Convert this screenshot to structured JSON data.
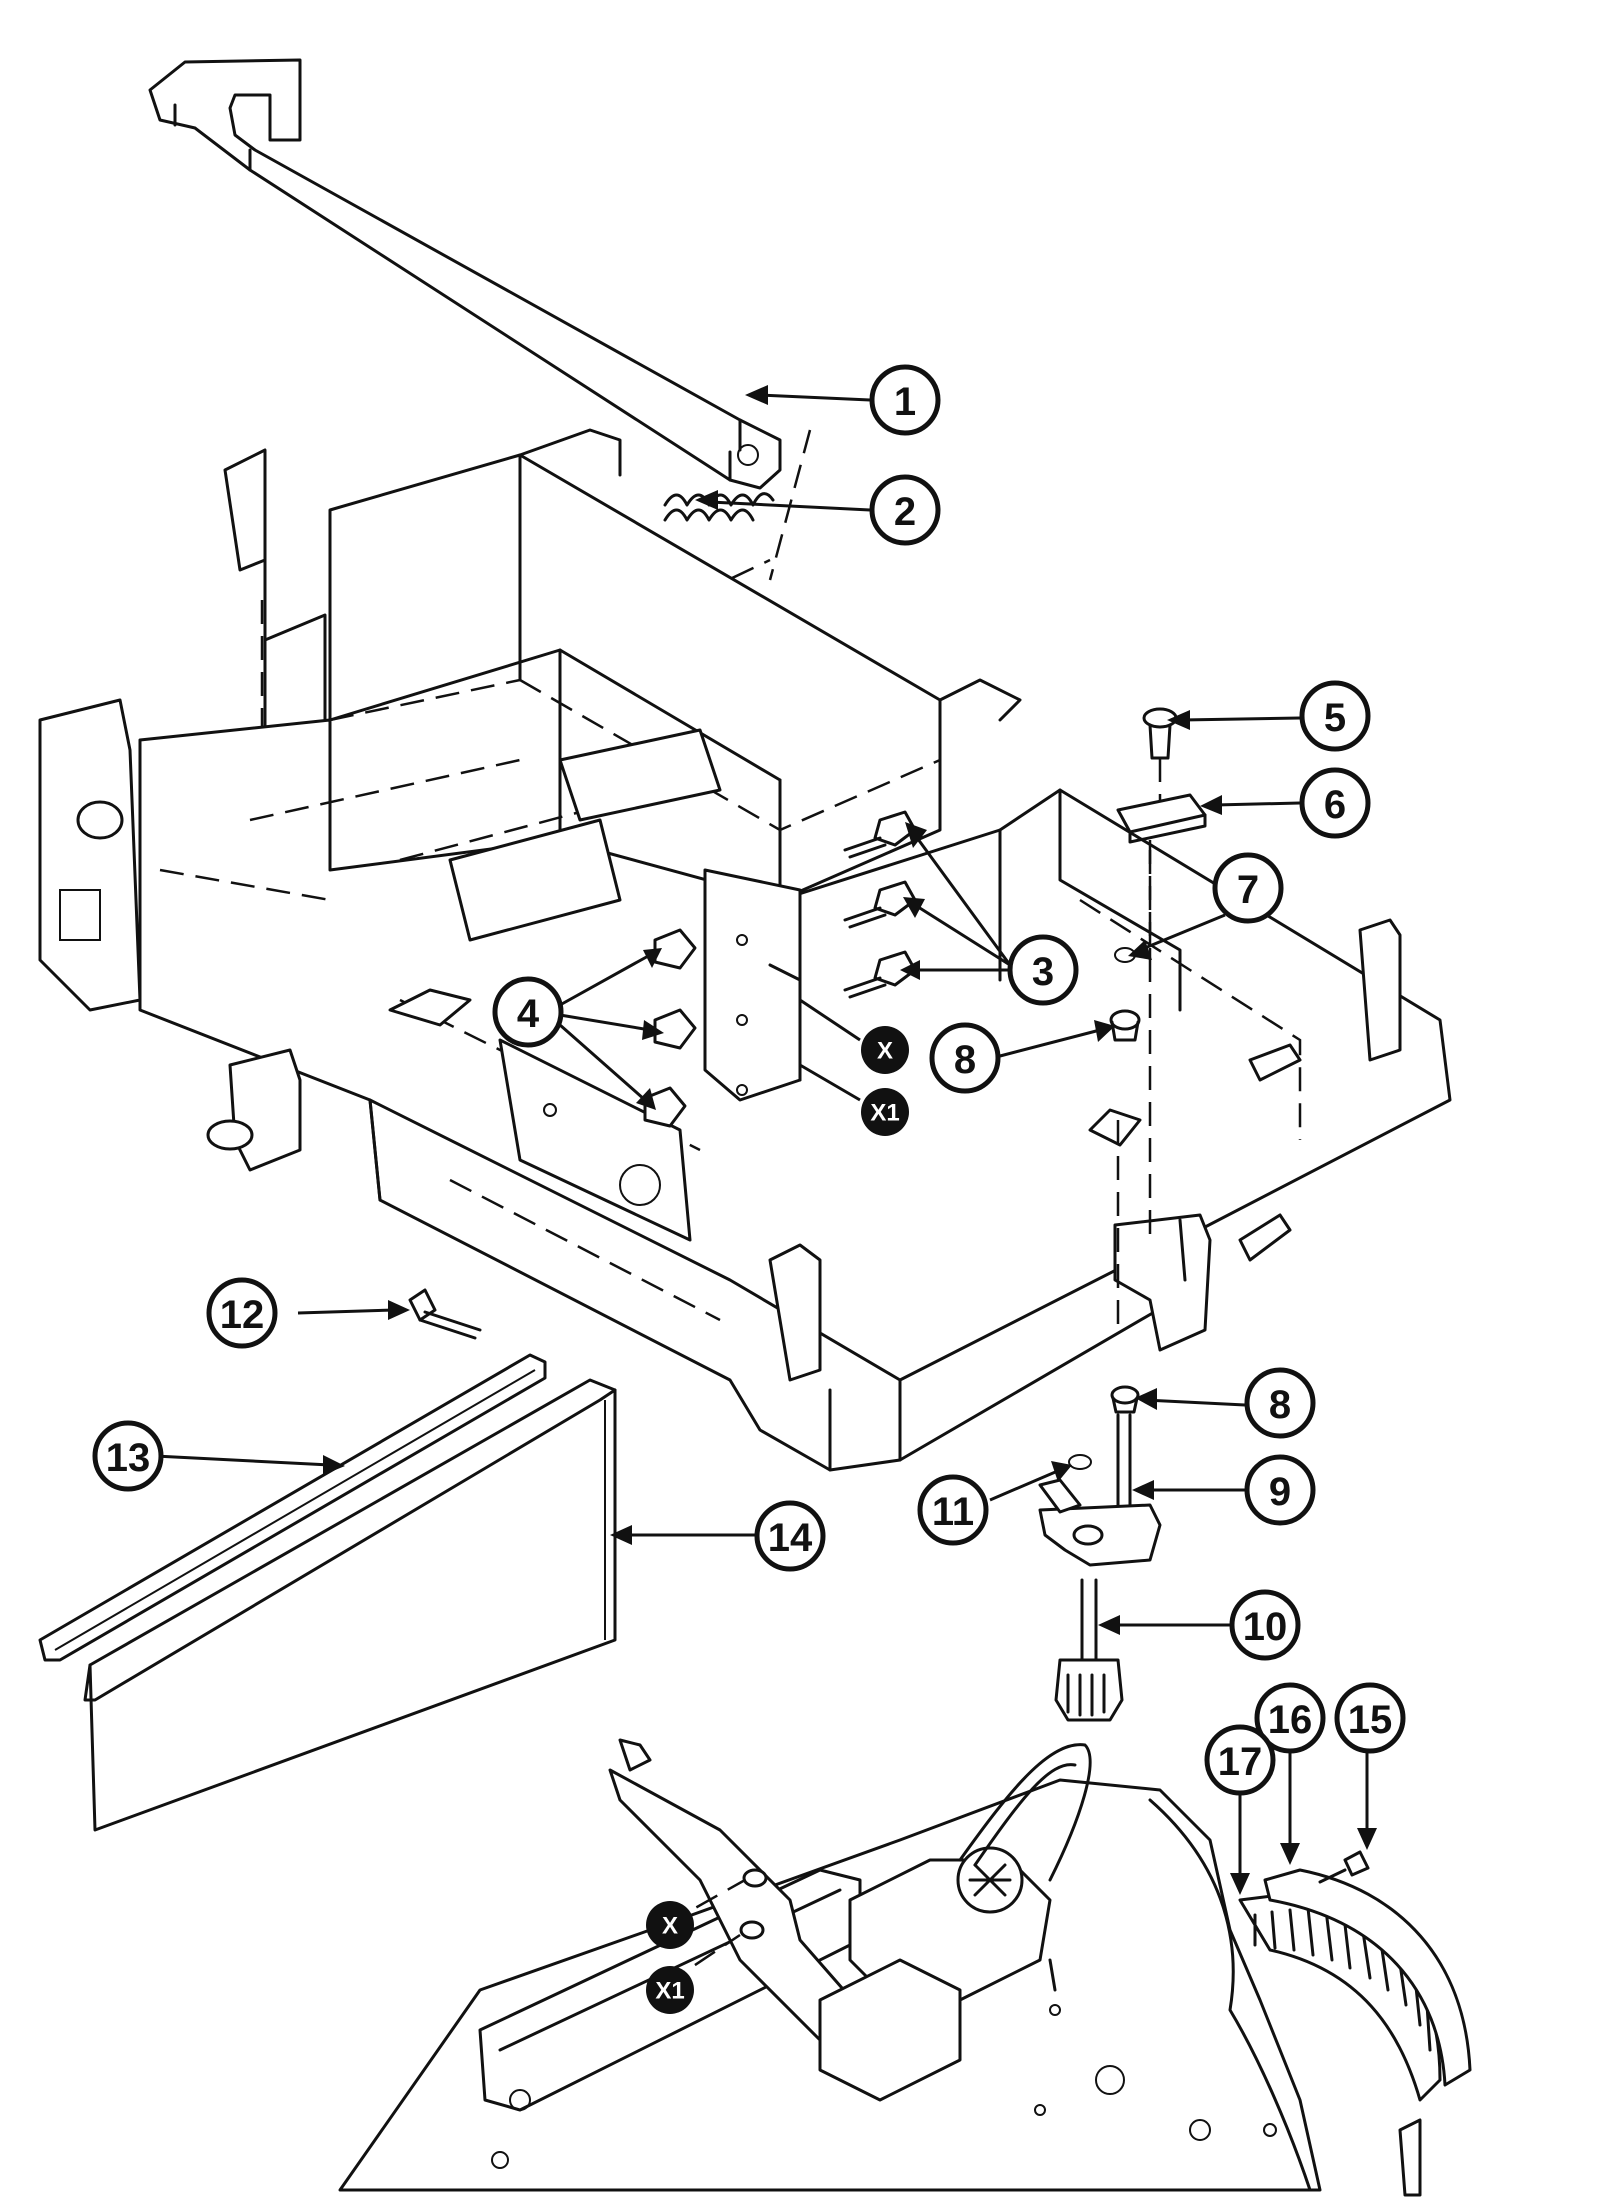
{
  "callouts": {
    "c1": "1",
    "c2": "2",
    "c3": "3",
    "c4": "4",
    "c5": "5",
    "c6": "6",
    "c7": "7",
    "c8a": "8",
    "c8b": "8",
    "c9": "9",
    "c10": "10",
    "c11": "11",
    "c12": "12",
    "c13": "13",
    "c14": "14",
    "c15": "15",
    "c16": "16",
    "c17": "17"
  },
  "markers": {
    "x_upper": "X",
    "x1_upper": "X1",
    "x_lower": "X",
    "x1_lower": "X1"
  },
  "parts": [
    "support-bar",
    "spring",
    "hex-bolt",
    "hex-nut",
    "screw",
    "plate",
    "washer",
    "bushing",
    "pin",
    "adjuster-bolt",
    "small-washer",
    "screw",
    "rail",
    "cover-panel",
    "screw",
    "strip",
    "curved-panel"
  ]
}
